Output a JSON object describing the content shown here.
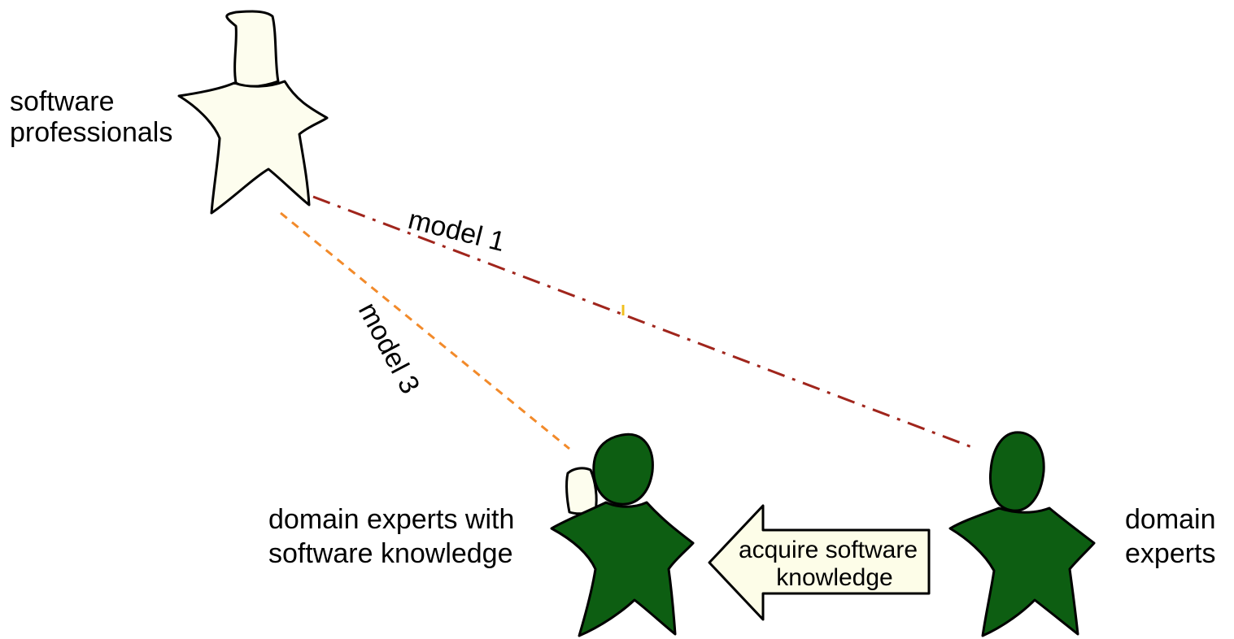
{
  "actors": {
    "software_professionals": {
      "label_lines": [
        "software",
        "professionals"
      ]
    },
    "domain_experts_with_software": {
      "label_lines": [
        "domain experts with",
        "software knowledge"
      ]
    },
    "domain_experts": {
      "label_lines": [
        "domain",
        "experts"
      ]
    }
  },
  "relations": {
    "model_1": {
      "label": "model 1"
    },
    "model_3": {
      "label": "model 3"
    },
    "acquire": {
      "label_lines": [
        "acquire software",
        "knowledge"
      ]
    }
  },
  "colors": {
    "light_figure": "#fdfdee",
    "dark_figure": "#0d5e12",
    "model1_line": "#a0251c",
    "model3_line": "#f28a2a",
    "arrow_fill": "#fdfde8"
  }
}
